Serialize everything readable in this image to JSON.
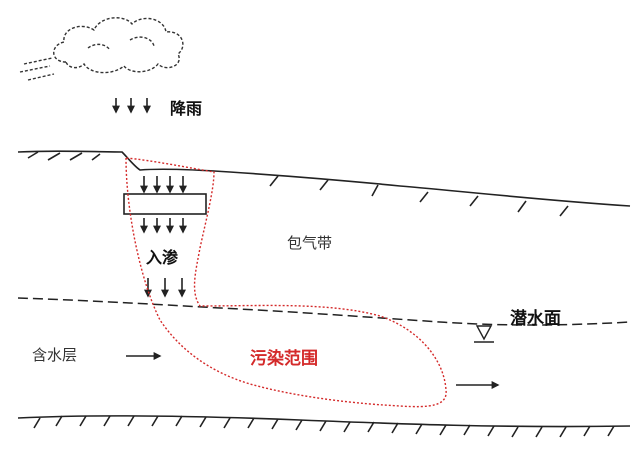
{
  "labels": {
    "rainfall": "降雨",
    "infiltration": "入渗",
    "vadose_zone": "包气带",
    "water_table": "潜水面",
    "aquifer": "含水层",
    "pollution_range": "污染范围"
  },
  "colors": {
    "ink": "#222222",
    "pollution": "#d42a2a",
    "background": "#ffffff"
  },
  "icons": [
    "cloud-icon",
    "rain-arrows-icon",
    "infiltration-arrows-icon",
    "water-table-marker-icon",
    "flow-arrow-icon"
  ]
}
